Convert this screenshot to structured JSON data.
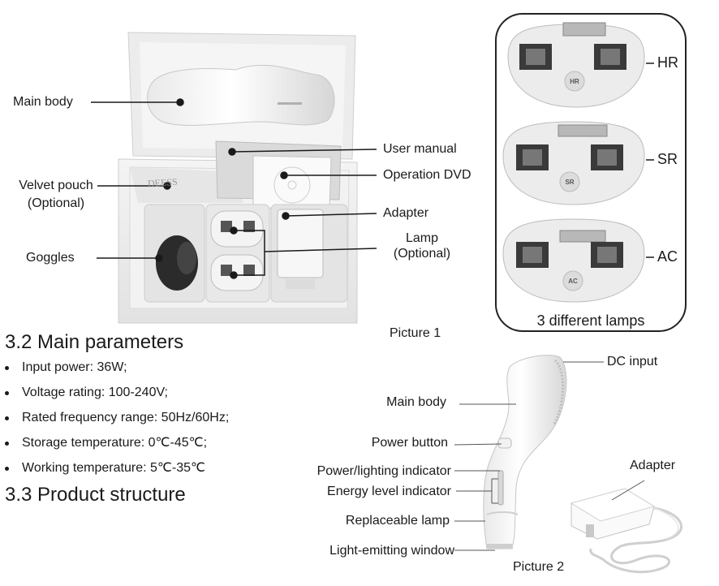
{
  "picture1": {
    "caption": "Picture 1",
    "labels": {
      "main_body": "Main body",
      "user_manual": "User manual",
      "operation_dvd": "Operation DVD",
      "velvet_pouch": "Velvet pouch",
      "velvet_pouch_note": "(Optional)",
      "adapter": "Adapter",
      "lamp": "Lamp",
      "lamp_note": "(Optional)",
      "goggles": "Goggles",
      "pouch_print": "DEESS"
    }
  },
  "lamps": {
    "caption": "3 different lamps",
    "items": [
      {
        "code": "HR",
        "badge": "HR"
      },
      {
        "code": "SR",
        "badge": "SR"
      },
      {
        "code": "AC",
        "badge": "AC"
      }
    ]
  },
  "main_parameters": {
    "heading": "3.2 Main parameters",
    "items": [
      "Input power: 36W;",
      "Voltage rating: 100-240V;",
      "Rated frequency range: 50Hz/60Hz;",
      "Storage temperature: 0℃-45℃;",
      "Working temperature: 5℃-35℃"
    ]
  },
  "product_structure": {
    "heading": "3.3 Product structure"
  },
  "picture2": {
    "caption": "Picture 2",
    "labels": {
      "dc_input": "DC input",
      "main_body": "Main body",
      "power_button": "Power button",
      "power_indicator": "Power/lighting indicator",
      "energy_indicator": "Energy level indicator",
      "replaceable_lamp": "Replaceable lamp",
      "light_window": "Light-emitting window",
      "adapter": "Adapter"
    }
  }
}
